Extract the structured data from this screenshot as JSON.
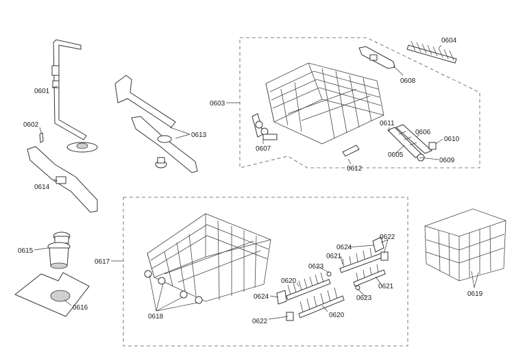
{
  "labels": {
    "p0601": "0601",
    "p0602": "0602",
    "p0603": "0603",
    "p0604": "0604",
    "p0605": "0605",
    "p0606": "0606",
    "p0607": "0607",
    "p0608": "0608",
    "p0609": "0609",
    "p0610": "0610",
    "p0611": "0611",
    "p0612": "0612",
    "p0613": "0613",
    "p0614": "0614",
    "p0615": "0615",
    "p0616": "0616",
    "p0617": "0617",
    "p0618": "0618",
    "p0619": "0619",
    "p0620a": "0620",
    "p0620b": "0620",
    "p0621a": "0621",
    "p0621b": "0621",
    "p0622a": "0622",
    "p0622b": "0622",
    "p0623a": "0623",
    "p0623b": "0623",
    "p0624a": "0624",
    "p0624b": "0624"
  },
  "colors": {
    "line": "#333333",
    "background": "#ffffff",
    "shade": "#cfcfcf"
  }
}
